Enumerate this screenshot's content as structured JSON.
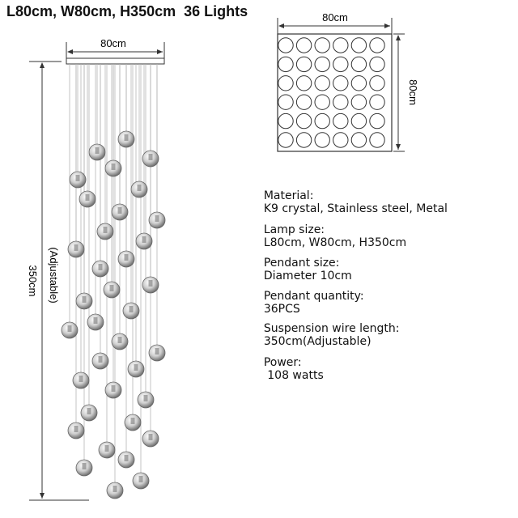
{
  "header": {
    "title": "L80cm, W80cm, H350cm  36 Lights"
  },
  "side_view": {
    "width_label": "80cm",
    "height_label": "350cm",
    "adjustable_label": "(Adjustable)",
    "pendant_count": 36
  },
  "top_view": {
    "width_label": "80cm",
    "depth_label": "80cm",
    "rows": 6,
    "cols": 6
  },
  "specs": [
    {
      "label": "Material:",
      "value": "K9 crystal, Stainless steel, Metal"
    },
    {
      "label": "Lamp size:",
      "value": "L80cm, W80cm, H350cm"
    },
    {
      "label": "Pendant size:",
      "value": "Diameter 10cm"
    },
    {
      "label": "Pendant quantity:",
      "value": "36PCS"
    },
    {
      "label": "Suspension wire length:",
      "value": "350cm(Adjustable)"
    },
    {
      "label": "Power:",
      "value": " 108 watts"
    }
  ],
  "colors": {
    "line": "#333333",
    "ball": "#8a8a8a",
    "ball_light": "#d9d9d9",
    "wire": "#b5b5b5"
  }
}
